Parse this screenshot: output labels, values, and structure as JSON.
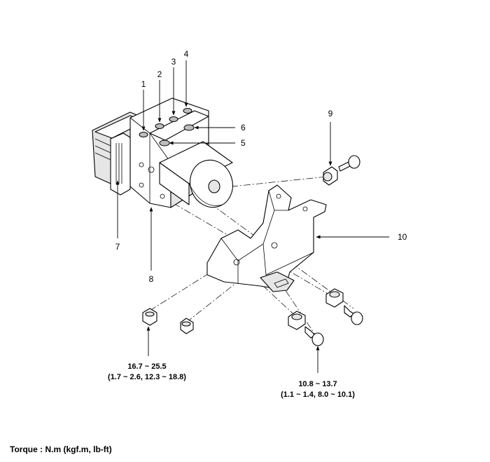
{
  "callouts": {
    "c1": "1",
    "c2": "2",
    "c3": "3",
    "c4": "4",
    "c5": "5",
    "c6": "6",
    "c7": "7",
    "c8": "8",
    "c9": "9",
    "c10": "10"
  },
  "torque_left": {
    "line1": "16.7 ~ 25.5",
    "line2": "(1.7 ~ 2.6, 12.3 ~ 18.8)"
  },
  "torque_right": {
    "line1": "10.8 ~ 13.7",
    "line2": "(1.1 ~ 1.4, 8.0 ~ 10.1)"
  },
  "legend": "Torque : N.m (kgf.m, lb-ft)"
}
